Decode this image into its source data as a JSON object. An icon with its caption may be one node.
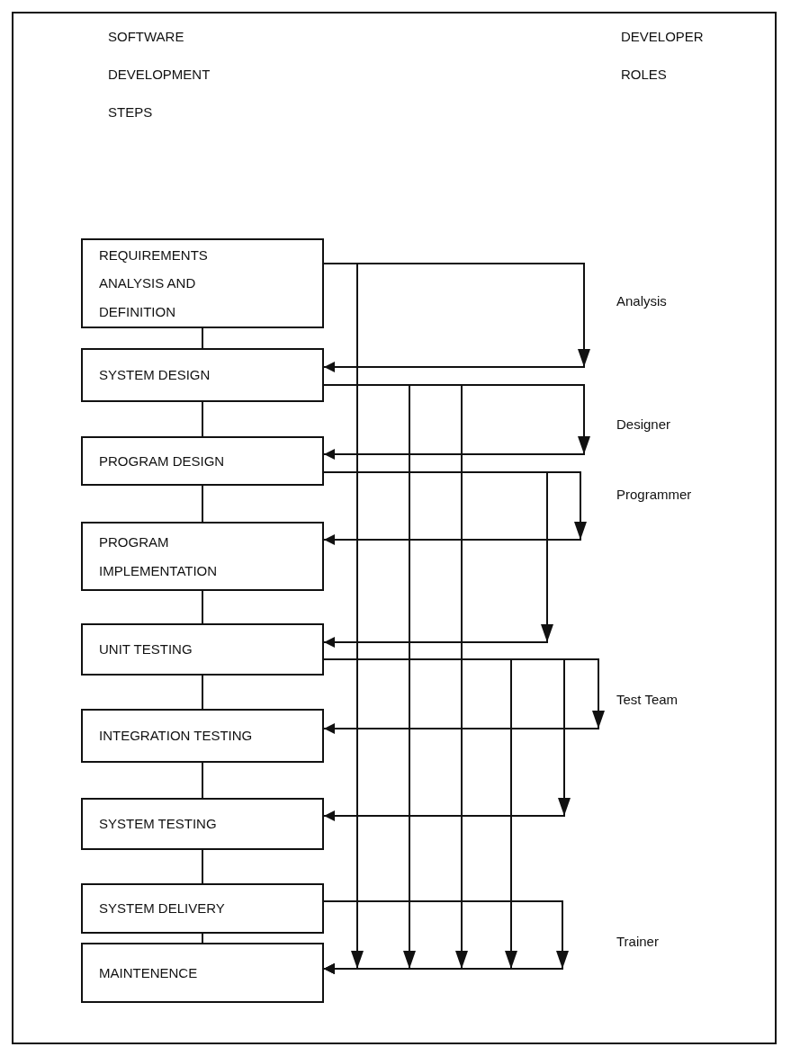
{
  "diagram": {
    "nodes": [
      {
        "text": [
          "REQUIREMENTS ANALYSIS AND DEFINITION"
        ]
      },
      {
        "text": [
          "SYSTEM  DESIGN"
        ]
      },
      {
        "text": [
          "PROGRAM DESIGN"
        ]
      },
      {
        "text": [
          "PROGRAM IMPLEMENTATION"
        ]
      },
      {
        "text": [
          "UNIT TESTING"
        ]
      },
      {
        "text": [
          "INTEGRATION TESTING"
        ]
      },
      {
        "text": [
          "SYSTEM TESTING"
        ]
      },
      {
        "text": [
          "SYSTEM DELIVERY"
        ]
      },
      {
        "text": [
          "MAINTENENCE"
        ]
      }
    ],
    "edges": [
      {
        "from": 0,
        "to": 1,
        "arrow": "none"
      },
      {
        "from": 1,
        "to": 2,
        "arrow": "none"
      },
      {
        "from": 2,
        "to": 3,
        "arrow": "none"
      },
      {
        "from": 3,
        "to": 4,
        "arrow": "none"
      },
      {
        "from": 4,
        "to": 5,
        "arrow": "none"
      },
      {
        "from": 5,
        "to": 6,
        "arrow": "none"
      },
      {
        "from": 6,
        "to": 7,
        "arrow": "none"
      },
      {
        "from": 7,
        "to": 8,
        "arrow": "none"
      },
      {
        "from": 0,
        "to": 1,
        "arrow": "to"
      },
      {
        "from": 0,
        "to": 8,
        "arrow": "to"
      },
      {
        "from": 1,
        "to": 2,
        "arrow": "to"
      },
      {
        "from": 1,
        "to": 8,
        "arrow": "to"
      },
      {
        "from": 1,
        "to": 8,
        "arrow": "to"
      },
      {
        "from": 2,
        "to": 3,
        "arrow": "to"
      },
      {
        "from": 2,
        "to": 4,
        "arrow": "to"
      },
      {
        "from": 4,
        "to": 5,
        "arrow": "to"
      },
      {
        "from": 4,
        "to": 6,
        "arrow": "to"
      },
      {
        "from": 4,
        "to": 8,
        "arrow": "to"
      },
      {
        "from": 7,
        "to": 8,
        "arrow": "to"
      }
    ],
    "labels": [
      "SOFTWARE DEVELOPMENT STEPS",
      "DEVELOPER ROLES",
      "Analysis",
      "Designer",
      "Programmer",
      "Test Team",
      "Trainer"
    ]
  }
}
